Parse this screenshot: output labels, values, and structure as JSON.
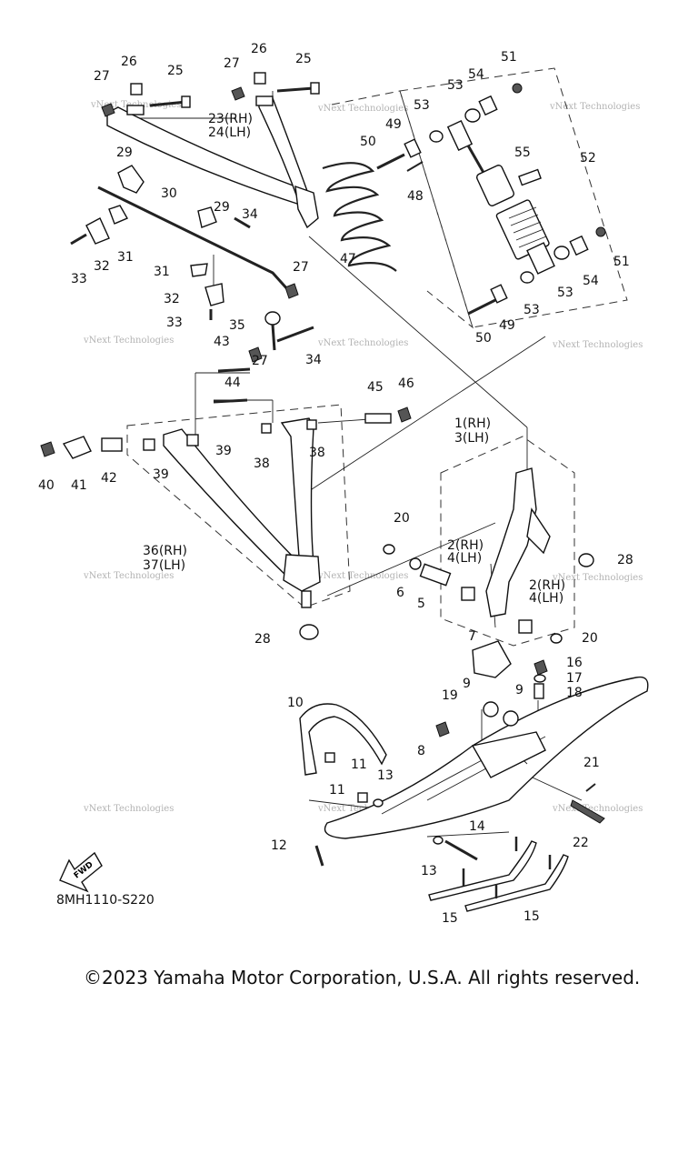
{
  "diagram": {
    "diagram_code": "8MH1110-S220",
    "fwd_icon_label": "FWD",
    "watermark_text": "vNext Technologies",
    "copyright": "©2023 Yamaha Motor Corporation, U.S.A. All rights reserved.",
    "callouts": [
      {
        "id": "c1",
        "text": "1(RH)"
      },
      {
        "id": "c1b",
        "text": "3(LH)"
      },
      {
        "id": "c2a",
        "text": "2(RH)"
      },
      {
        "id": "c2b",
        "text": "4(LH)"
      },
      {
        "id": "c2c",
        "text": "2(RH)"
      },
      {
        "id": "c2d",
        "text": "4(LH)"
      },
      {
        "id": "c5",
        "text": "5"
      },
      {
        "id": "c6",
        "text": "6"
      },
      {
        "id": "c7",
        "text": "7"
      },
      {
        "id": "c8",
        "text": "8"
      },
      {
        "id": "c9a",
        "text": "9"
      },
      {
        "id": "c9b",
        "text": "9"
      },
      {
        "id": "c10",
        "text": "10"
      },
      {
        "id": "c11a",
        "text": "11"
      },
      {
        "id": "c11b",
        "text": "11"
      },
      {
        "id": "c12",
        "text": "12"
      },
      {
        "id": "c13a",
        "text": "13"
      },
      {
        "id": "c13b",
        "text": "13"
      },
      {
        "id": "c14",
        "text": "14"
      },
      {
        "id": "c15a",
        "text": "15"
      },
      {
        "id": "c15b",
        "text": "15"
      },
      {
        "id": "c16",
        "text": "16"
      },
      {
        "id": "c17",
        "text": "17"
      },
      {
        "id": "c18",
        "text": "18"
      },
      {
        "id": "c19",
        "text": "19"
      },
      {
        "id": "c20a",
        "text": "20"
      },
      {
        "id": "c20b",
        "text": "20"
      },
      {
        "id": "c21",
        "text": "21"
      },
      {
        "id": "c22",
        "text": "22"
      },
      {
        "id": "c23",
        "text": "23(RH)"
      },
      {
        "id": "c24",
        "text": "24(LH)"
      },
      {
        "id": "c25a",
        "text": "25"
      },
      {
        "id": "c25b",
        "text": "25"
      },
      {
        "id": "c26a",
        "text": "26"
      },
      {
        "id": "c26b",
        "text": "26"
      },
      {
        "id": "c27a",
        "text": "27"
      },
      {
        "id": "c27b",
        "text": "27"
      },
      {
        "id": "c27c",
        "text": "27"
      },
      {
        "id": "c27d",
        "text": "27"
      },
      {
        "id": "c28a",
        "text": "28"
      },
      {
        "id": "c28b",
        "text": "28"
      },
      {
        "id": "c29a",
        "text": "29"
      },
      {
        "id": "c29b",
        "text": "29"
      },
      {
        "id": "c30",
        "text": "30"
      },
      {
        "id": "c31a",
        "text": "31"
      },
      {
        "id": "c31b",
        "text": "31"
      },
      {
        "id": "c32a",
        "text": "32"
      },
      {
        "id": "c32b",
        "text": "32"
      },
      {
        "id": "c33a",
        "text": "33"
      },
      {
        "id": "c33b",
        "text": "33"
      },
      {
        "id": "c34a",
        "text": "34"
      },
      {
        "id": "c34b",
        "text": "34"
      },
      {
        "id": "c35",
        "text": "35"
      },
      {
        "id": "c36",
        "text": "36(RH)"
      },
      {
        "id": "c37",
        "text": "37(LH)"
      },
      {
        "id": "c38a",
        "text": "38"
      },
      {
        "id": "c38b",
        "text": "38"
      },
      {
        "id": "c39a",
        "text": "39"
      },
      {
        "id": "c39b",
        "text": "39"
      },
      {
        "id": "c40",
        "text": "40"
      },
      {
        "id": "c41",
        "text": "41"
      },
      {
        "id": "c42",
        "text": "42"
      },
      {
        "id": "c43",
        "text": "43"
      },
      {
        "id": "c44",
        "text": "44"
      },
      {
        "id": "c45",
        "text": "45"
      },
      {
        "id": "c46",
        "text": "46"
      },
      {
        "id": "c47",
        "text": "47"
      },
      {
        "id": "c48",
        "text": "48"
      },
      {
        "id": "c49a",
        "text": "49"
      },
      {
        "id": "c49b",
        "text": "49"
      },
      {
        "id": "c50a",
        "text": "50"
      },
      {
        "id": "c50b",
        "text": "50"
      },
      {
        "id": "c51a",
        "text": "51"
      },
      {
        "id": "c51b",
        "text": "51"
      },
      {
        "id": "c52",
        "text": "52"
      },
      {
        "id": "c53a",
        "text": "53"
      },
      {
        "id": "c53b",
        "text": "53"
      },
      {
        "id": "c53c",
        "text": "53"
      },
      {
        "id": "c53d",
        "text": "53"
      },
      {
        "id": "c54a",
        "text": "54"
      },
      {
        "id": "c54b",
        "text": "54"
      },
      {
        "id": "c55",
        "text": "55"
      }
    ]
  }
}
